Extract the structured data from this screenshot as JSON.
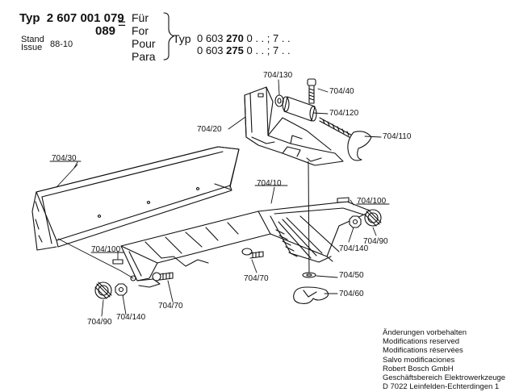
{
  "header": {
    "typ_label": "Typ",
    "typ_number": "2 607 001 079",
    "typ_suffix": "089",
    "equals": "=",
    "stand_label": "Stand",
    "issue_label": "Issue",
    "stand_value": "88-10",
    "languages": [
      "Für",
      "For",
      "Pour",
      "Para"
    ],
    "typ_label2": "Typ",
    "model1_prefix": "0 603 ",
    "model1_bold": "270",
    "model1_suffix": " 0 . . ; 7 . .",
    "model2_prefix": "0 603 ",
    "model2_bold": "275",
    "model2_suffix": " 0 . . ; 7 . ."
  },
  "parts": {
    "p704_130": "704/130",
    "p704_40": "704/40",
    "p704_120": "704/120",
    "p704_20": "704/20",
    "p704_110": "704/110",
    "p704_30": "704/30",
    "p704_10": "704/10",
    "p704_100a": "704/100",
    "p704_100b": "704/100",
    "p704_90a": "704/90",
    "p704_140a": "704/140",
    "p704_70a": "704/70",
    "p704_70b": "704/70",
    "p704_50": "704/50",
    "p704_60": "704/60",
    "p704_90b": "704/90",
    "p704_140b": "704/140"
  },
  "footer": {
    "lines": [
      "Änderungen vorbehalten",
      "Modifications reserved",
      "Modifications réservées",
      "Salvo modificaciones"
    ],
    "company": [
      "Robert Bosch GmbH",
      "Geschäftsbereich Elektrowerkzeuge",
      "D 7022 Leinfelden-Echterdingen 1"
    ]
  }
}
